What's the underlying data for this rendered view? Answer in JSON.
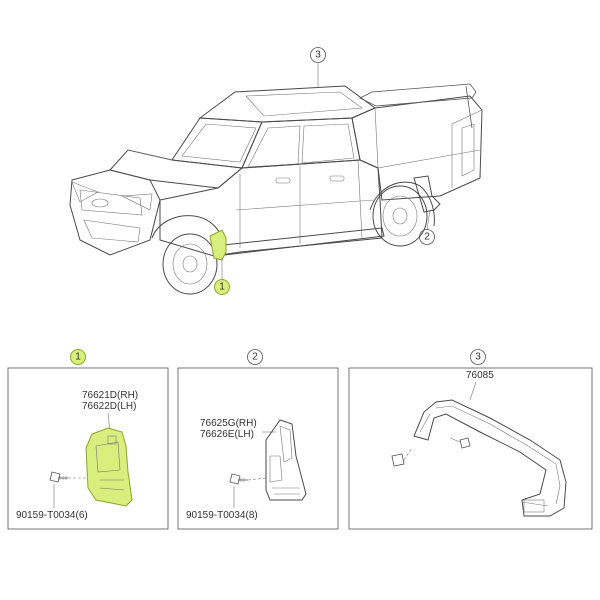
{
  "callouts": {
    "c1": "1",
    "c2": "2",
    "c3": "3"
  },
  "panel1": {
    "header": "1",
    "part_rh": "76621D(RH)",
    "part_lh": "76622D(LH)",
    "bolt": "90159-T0034(6)"
  },
  "panel2": {
    "header": "2",
    "part_rh": "76625G(RH)",
    "part_lh": "76626E(LH)",
    "bolt": "90159-T0034(8)"
  },
  "panel3": {
    "header": "3",
    "part": "76085"
  },
  "colors": {
    "highlight": "#d9ef7d",
    "highlight_stroke": "#8aa52a",
    "line": "#4a4a4a"
  }
}
